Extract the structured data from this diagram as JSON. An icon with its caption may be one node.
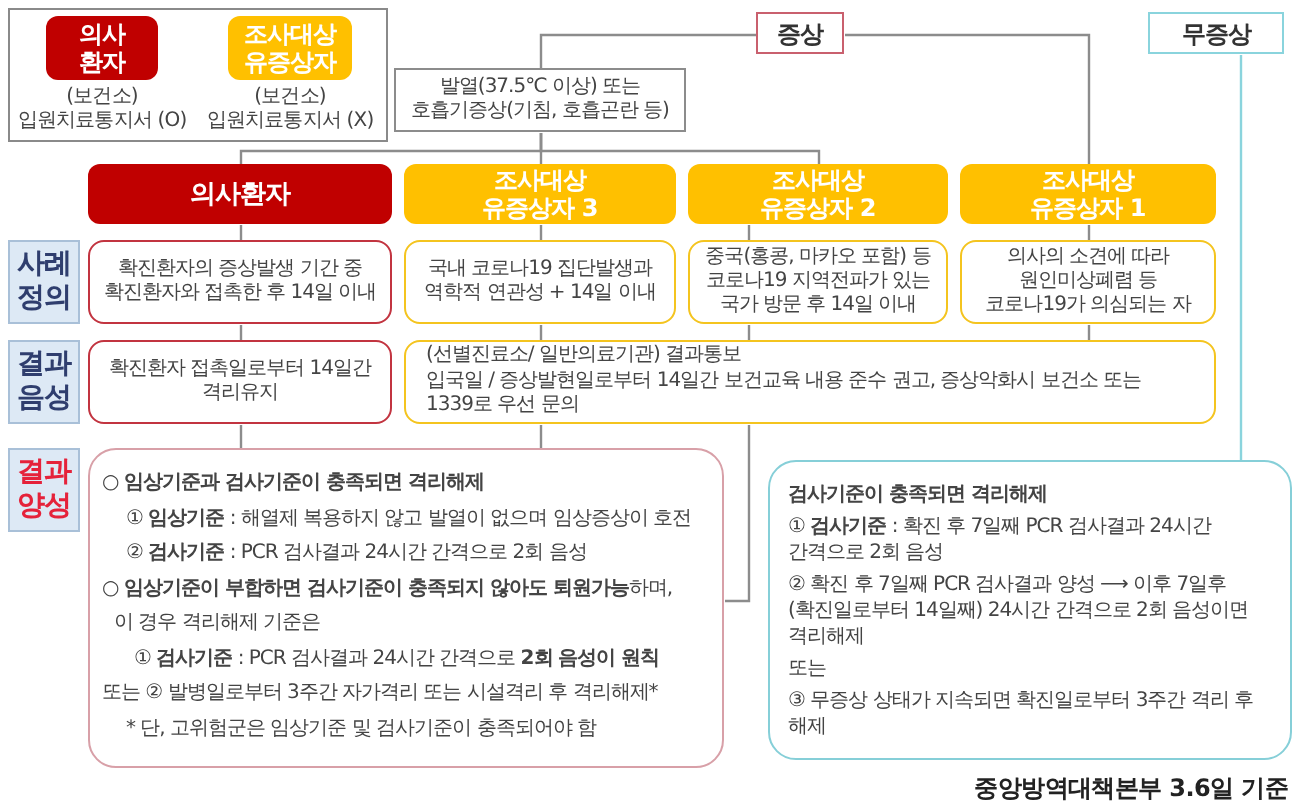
{
  "diagram": {
    "nodes": [
      {
        "text": [],
        "shape": "box"
      },
      {
        "text": [
          "의사 환자"
        ],
        "in": 0,
        "beside": [
          "(보건소) 입원치료통지서 (O)"
        ]
      },
      {
        "text": [
          "조사대상 유증상자"
        ],
        "in": 0,
        "beside": [
          "(보건소) 입원치료통지서 (X)"
        ]
      },
      {
        "text": [
          "증상"
        ]
      },
      {
        "text": [
          "무증상"
        ]
      },
      {
        "text": [
          "발열(37.5℃ 이상) 또는 호흡기증상(기침, 호흡곤란 등)"
        ]
      },
      {
        "text": [
          "의사환자"
        ]
      },
      {
        "text": [
          "조사대상 유증상자 3"
        ]
      },
      {
        "text": [
          "조사대상 유증상자 2"
        ]
      },
      {
        "text": [
          "조사대상 유증상자 1"
        ]
      },
      {
        "text": [
          "사례 정의"
        ]
      },
      {
        "text": [
          "확진환자의 증상발생 기간 중 확진환자와 접촉한 후 14일 이내"
        ]
      },
      {
        "text": [
          "국내 코로나19 집단발생과 역학적 연관성 + 14일 이내"
        ]
      },
      {
        "text": [
          "중국(홍콩, 마카오 포함) 등 코로나19 지역전파가 있는 국가 방문 후 14일 이내"
        ]
      },
      {
        "text": [
          "의사의 소견에 따라 원인미상폐렴 등 코로나19가 의심되는 자"
        ]
      },
      {
        "text": [
          "결과 음성"
        ]
      },
      {
        "text": [
          "확진환자 접촉일로부터 14일간 격리유지"
        ]
      },
      {
        "text": [
          "(선별진료소/ 일반의료기관) 결과통보",
          "입국일 / 증상발현일로부터 14일간 보건교육 내용 준수 권고, 증상악화시 보건소 또는 1339로 우선 문의"
        ]
      },
      {
        "text": [
          "결과 양성"
        ]
      },
      {
        "text": [
          "○ **임상기준과 검사기준이 충족되면 격리해제**",
          "① **임상기준** : 해열제 복용하지 않고 발열이 없으며 임상증상이 호전",
          "② **검사기준** : PCR 검사결과 24시간 간격으로 2회 음성",
          "○ **임상기준이 부합하면 검사기준이 충족되지 않아도 퇴원가능**하며,",
          "이 경우 격리해제 기준은",
          "① **검사기준** : PCR 검사결과 24시간 간격으로 **2회 음성이 원칙**",
          "또는 ② 발병일로부터 3주간 자가격리 또는 시설격리 후 격리해제*",
          "* 단, 고위험군은 임상기준 및 검사기준이 충족되어야 함"
        ]
      },
      {
        "text": [
          "검사기준이 충족되면 격리해제",
          "① **검사기준** : 확진 후 7일째 PCR 검사결과 24시간 간격으로 2회 음성",
          "② 확진 후 7일째 PCR 검사결과 양성 ⟶ 이후 7일후(확진일로부터 14일째) 24시간 간격으로 2회 음성이면 격리해제",
          "또는",
          "③ 무증상 상태가 지속되면 확진일로부터 3주간 격리 후 해제"
        ]
      }
    ],
    "edges": [
      {
        "from": 3,
        "to": 5,
        "arrow": "none"
      },
      {
        "from": 3,
        "to": 9,
        "arrow": "none"
      },
      {
        "from": 5,
        "to": 6,
        "arrow": "none"
      },
      {
        "from": 5,
        "to": 7,
        "arrow": "none"
      },
      {
        "from": 5,
        "to": 8,
        "arrow": "none"
      },
      {
        "from": 6,
        "to": 11,
        "arrow": "none"
      },
      {
        "from": 7,
        "to": 12,
        "arrow": "none"
      },
      {
        "from": 8,
        "to": 13,
        "arrow": "none"
      },
      {
        "from": 9,
        "to": 14,
        "arrow": "none"
      },
      {
        "from": 11,
        "to": 16,
        "arrow": "none"
      },
      {
        "from": 12,
        "to": 17,
        "arrow": "none"
      },
      {
        "from": 13,
        "to": 17,
        "arrow": "none"
      },
      {
        "from": 14,
        "to": 17,
        "arrow": "none"
      },
      {
        "from": 16,
        "to": 19,
        "arrow": "none"
      },
      {
        "from": 17,
        "to": 19,
        "arrow": "none"
      },
      {
        "from": 17,
        "to": 19,
        "arrow": "none"
      },
      {
        "from": 4,
        "to": 20,
        "arrow": "none",
        "color": "#8ad4dd"
      }
    ],
    "labels": [
      "중앙방역대책본부 3.6일 기준"
    ]
  }
}
